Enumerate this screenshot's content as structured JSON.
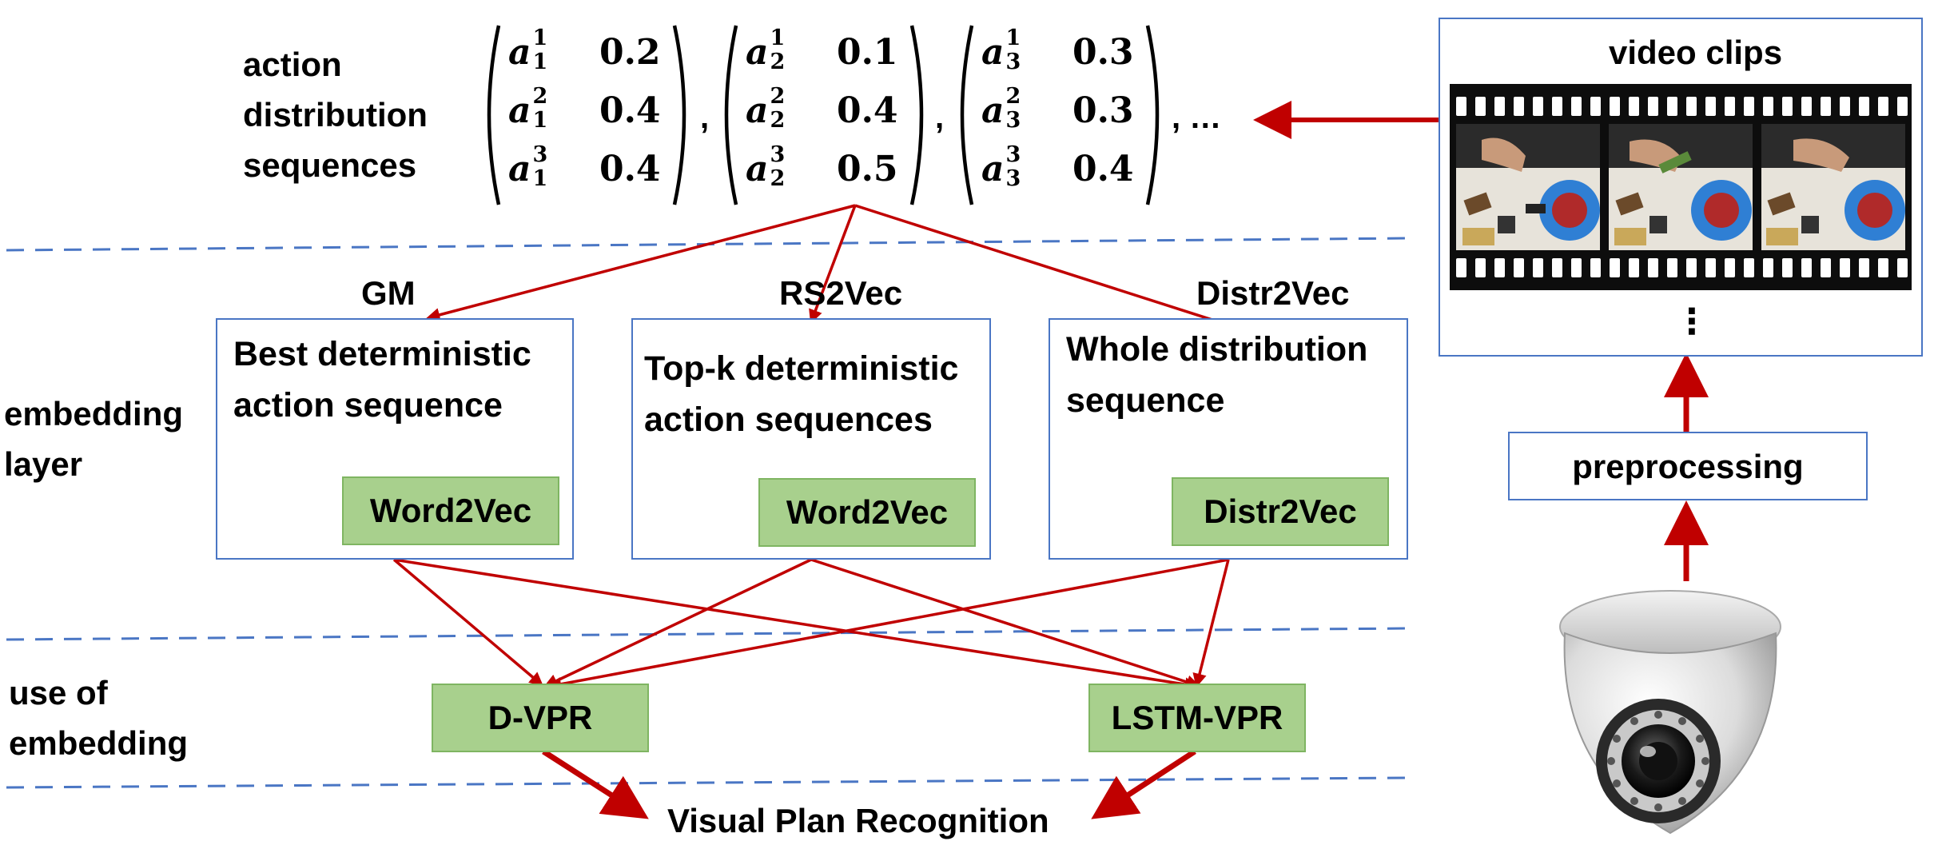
{
  "left_labels": {
    "action_distribution": [
      "action",
      "distribution",
      "sequences"
    ],
    "embedding_layer": [
      "embedding",
      "layer"
    ],
    "use_of_embedding": [
      "use of",
      "embedding"
    ]
  },
  "matrices": [
    {
      "rows": [
        {
          "base": "a",
          "sup": "1",
          "sub": "1",
          "value": "0.2"
        },
        {
          "base": "a",
          "sup": "2",
          "sub": "1",
          "value": "0.4"
        },
        {
          "base": "a",
          "sup": "3",
          "sub": "1",
          "value": "0.4"
        }
      ]
    },
    {
      "rows": [
        {
          "base": "a",
          "sup": "1",
          "sub": "2",
          "value": "0.1"
        },
        {
          "base": "a",
          "sup": "2",
          "sub": "2",
          "value": "0.4"
        },
        {
          "base": "a",
          "sup": "3",
          "sub": "2",
          "value": "0.5"
        }
      ]
    },
    {
      "rows": [
        {
          "base": "a",
          "sup": "1",
          "sub": "3",
          "value": "0.3"
        },
        {
          "base": "a",
          "sup": "2",
          "sub": "3",
          "value": "0.3"
        },
        {
          "base": "a",
          "sup": "3",
          "sub": "3",
          "value": "0.4"
        }
      ]
    }
  ],
  "separators": [
    ",",
    ",",
    ", …"
  ],
  "methods": [
    {
      "title": "GM",
      "text": [
        "Best deterministic",
        "action sequence"
      ],
      "embed": "Word2Vec"
    },
    {
      "title": "RS2Vec",
      "text": [
        "Top-k deterministic",
        "action sequences"
      ],
      "embed": "Word2Vec"
    },
    {
      "title": "Distr2Vec",
      "text": [
        "Whole distribution",
        "sequence"
      ],
      "embed": "Distr2Vec"
    }
  ],
  "uses": {
    "dvpr": "D-VPR",
    "lstm": "LSTM-VPR"
  },
  "output": "Visual Plan Recognition",
  "video": {
    "title": "video clips",
    "more": "⋮"
  },
  "preprocessing": "preprocessing",
  "camera_icon": "security-camera-icon",
  "colors": {
    "arrow": "#c00000",
    "box_border": "#4a76c4",
    "green_fill": "#a8d08d",
    "dash": "#4a76c4"
  }
}
